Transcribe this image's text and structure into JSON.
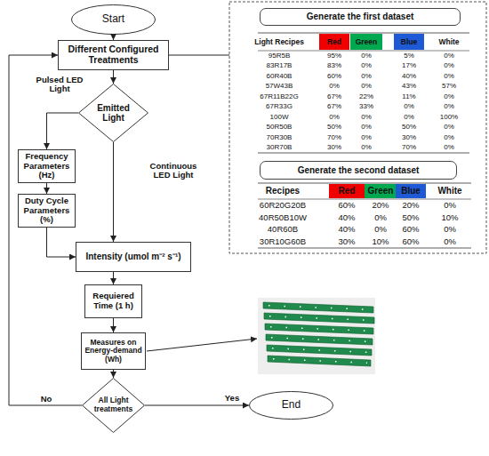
{
  "diagram": {
    "nodes": [
      {
        "text": [
          "Start"
        ]
      },
      {
        "text": [
          "Different Configured Treatments"
        ]
      },
      {
        "text": [
          "Emitted Light"
        ]
      },
      {
        "text": [
          "Frequency Parameters (Hz)"
        ]
      },
      {
        "text": [
          "Duty Cycle Parameters (%)"
        ]
      },
      {
        "text": [
          "Intensity (umol m⁻² s⁻¹)"
        ]
      },
      {
        "text": [
          "Requiered Time (1 h)"
        ]
      },
      {
        "text": [
          "Measures on Energy-demand (Wh)"
        ]
      },
      {
        "text": [
          "All Light treatments"
        ]
      },
      {
        "text": [
          "End"
        ]
      },
      {
        "text": [
          "Generate the first dataset"
        ]
      },
      {
        "text": [
          "Generate the second dataset"
        ]
      }
    ],
    "edges": [
      {
        "from": 0,
        "to": 1,
        "arrow": "to"
      },
      {
        "from": 1,
        "to": 2,
        "arrow": "to"
      },
      {
        "from": 2,
        "to": 3,
        "label": "Pulsed LED Light",
        "arrow": "to"
      },
      {
        "from": 3,
        "to": 4,
        "arrow": "to"
      },
      {
        "from": 4,
        "to": 5,
        "arrow": "to"
      },
      {
        "from": 2,
        "to": 5,
        "label": "Continuous LED Light",
        "arrow": "to"
      },
      {
        "from": 5,
        "to": 6,
        "arrow": "to"
      },
      {
        "from": 6,
        "to": 7,
        "arrow": "to"
      },
      {
        "from": 7,
        "to": 8,
        "arrow": "to"
      },
      {
        "from": 8,
        "to": 9,
        "label": "Yes",
        "arrow": "to"
      },
      {
        "from": 8,
        "to": 1,
        "label": "No",
        "arrow": "to"
      }
    ],
    "labels": [
      "Light Recipes",
      "Red",
      "Green",
      "Blue",
      "White",
      "95R5B",
      "95%",
      "0%",
      "5%",
      "0%",
      "83R17B",
      "83%",
      "0%",
      "17%",
      "0%",
      "60R40B",
      "60%",
      "0%",
      "40%",
      "0%",
      "57W43B",
      "0%",
      "0%",
      "43%",
      "57%",
      "67R11B22G",
      "67%",
      "22%",
      "11%",
      "0%",
      "67R33G",
      "67%",
      "33%",
      "0%",
      "0%",
      "100W",
      "0%",
      "0%",
      "0%",
      "100%",
      "50R50B",
      "50%",
      "0%",
      "50%",
      "0%",
      "70R30B",
      "70%",
      "0%",
      "30%",
      "0%",
      "30R70B",
      "30%",
      "0%",
      "70%",
      "0%",
      "Recipes",
      "Red",
      "Green",
      "Blue",
      "White",
      "60R20G20B",
      "60%",
      "20%",
      "20%",
      "0%",
      "40R50B10W",
      "40%",
      "0%",
      "50%",
      "10%",
      "40R60B",
      "40%",
      "0%",
      "60%",
      "0%",
      "30R10G60B",
      "30%",
      "10%",
      "60%",
      "0%"
    ]
  }
}
